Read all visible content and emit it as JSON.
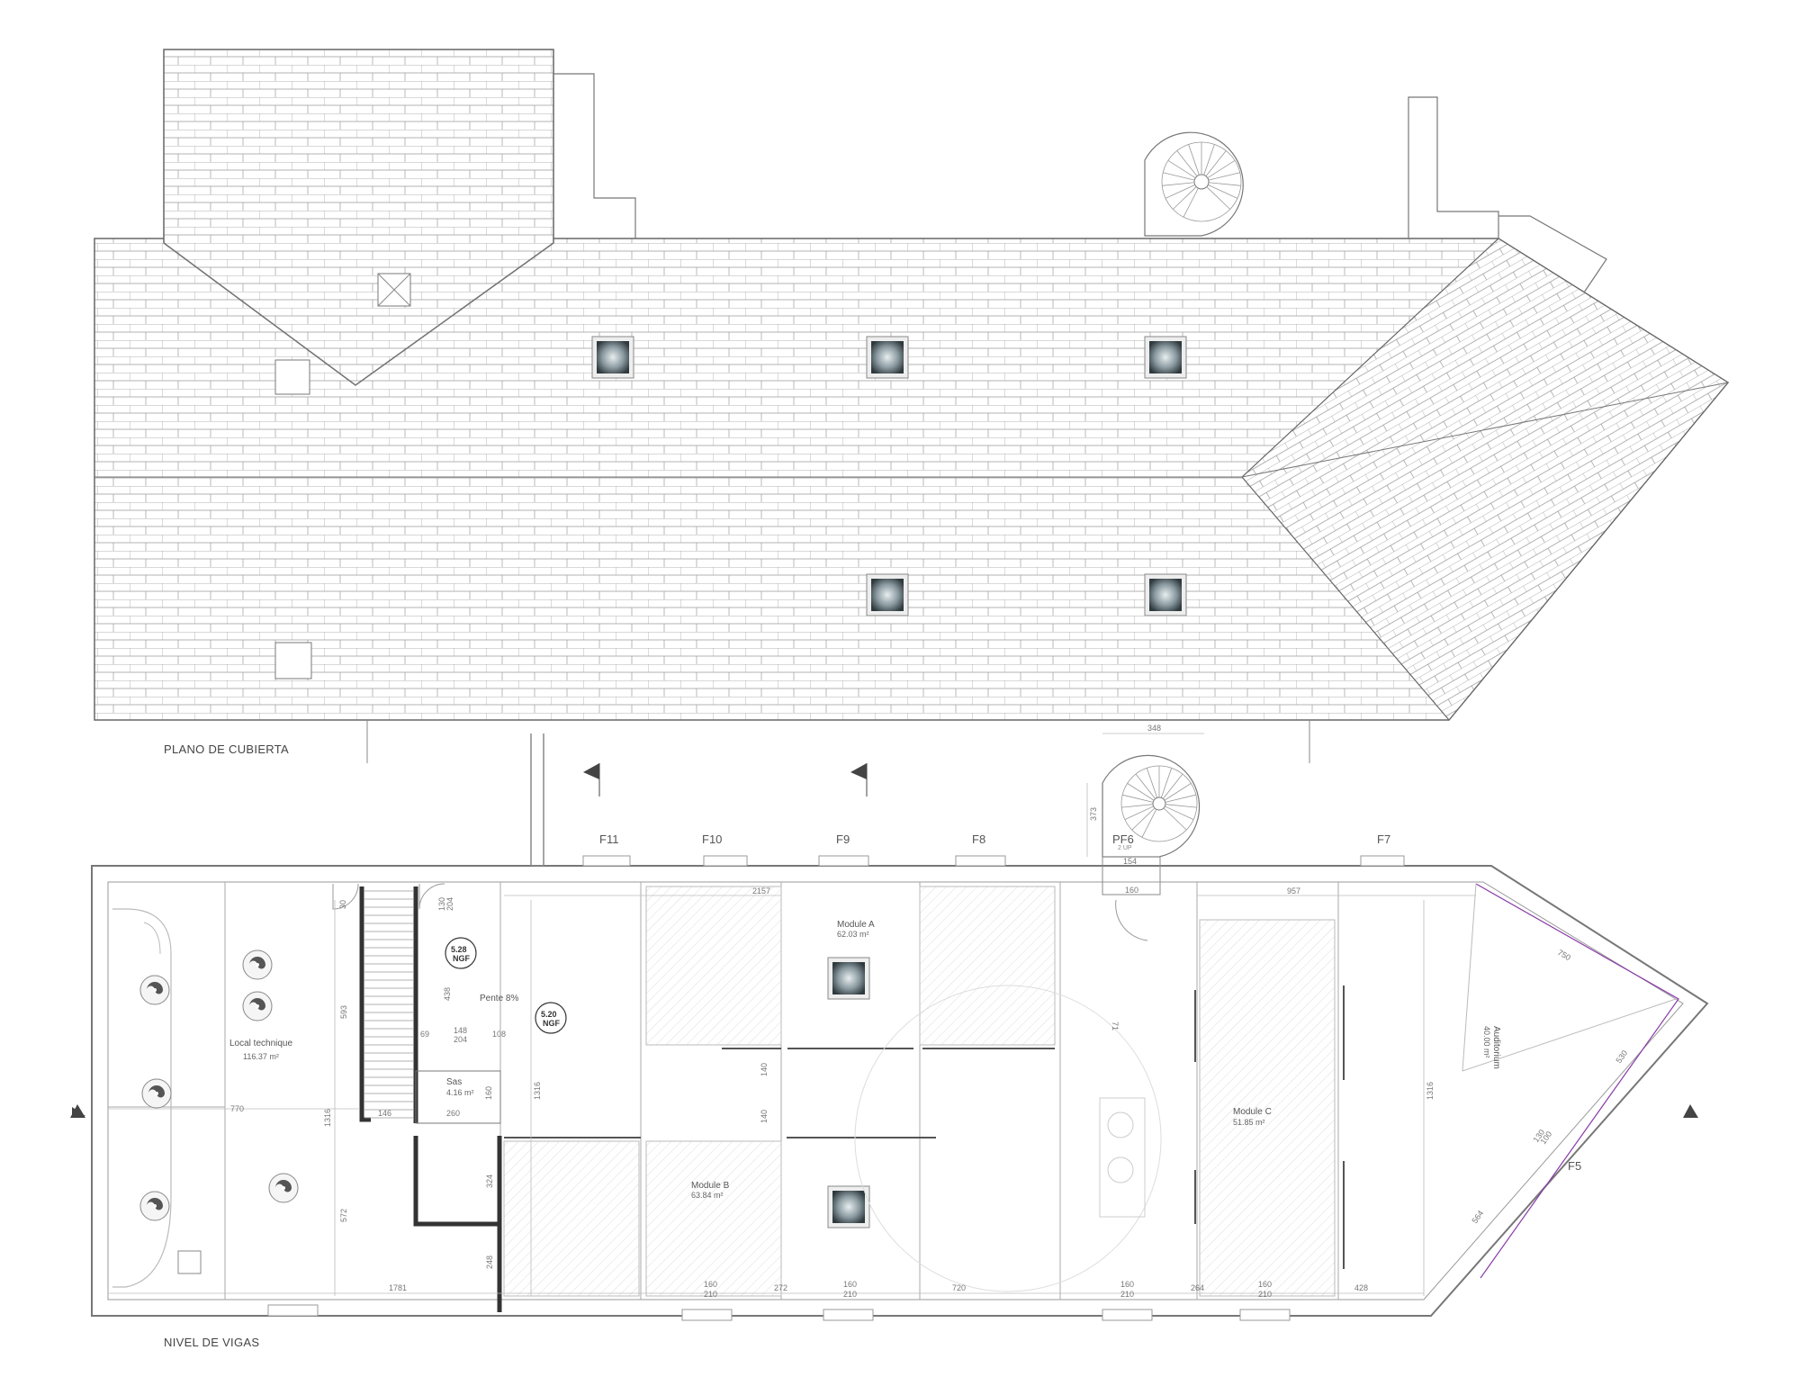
{
  "titles": {
    "roof_plan": "PLANO DE CUBIERTA",
    "beam_level": "NIVEL DE VIGAS"
  },
  "grid_labels": [
    "F11",
    "F10",
    "F9",
    "F8",
    "PF6",
    "F7",
    "F5"
  ],
  "stair_note": "2 UP",
  "slope_label": "Pente 8%",
  "levels": {
    "upper": {
      "value": "5.28",
      "ref": "NGF"
    },
    "lower": {
      "value": "5.20",
      "ref": "NGF"
    }
  },
  "rooms": {
    "local_technique": {
      "name": "Local technique",
      "area": "116.37 m²"
    },
    "sas": {
      "name": "Sas",
      "area": "4.16 m²"
    },
    "module_a": {
      "name": "Module A",
      "area": "62.03 m²"
    },
    "module_b": {
      "name": "Module B",
      "area": "63.84 m²"
    },
    "module_c": {
      "name": "Module C",
      "area": "51.85 m²"
    },
    "auditorium": {
      "name": "Auditorium",
      "area": "40.00 m²"
    }
  },
  "dimensions": {
    "stair_width": "348",
    "stair_depth": "373",
    "pf6_width": "154",
    "pf6_inner": "160",
    "top_span_a": "2157",
    "top_span_c": "957",
    "left_depth": "593",
    "left_lower": "572",
    "left_total": "1316",
    "right_total": "1316",
    "mid_total": "1316",
    "local_width": "770",
    "corr_146": "146",
    "sas_260": "260",
    "sas_160": "160",
    "stair_438": "438",
    "d148": "148",
    "d204a": "204",
    "d204b": "204",
    "d69": "69",
    "d108": "108",
    "d130": "130",
    "d324": "324",
    "d248": "248",
    "d140a": "140",
    "d140b": "140",
    "d71": "71",
    "d30": "30",
    "bottom_1781": "1781",
    "bottom_272": "272",
    "bottom_720": "720",
    "bottom_264": "264",
    "bottom_428": "428",
    "win_160a": "160",
    "win_210a": "210",
    "win_160b": "160",
    "win_210b": "210",
    "win_160c": "160",
    "win_210c": "210",
    "win_160d": "160",
    "win_210d": "210",
    "aud_750": "750",
    "aud_530": "530",
    "aud_564": "564",
    "aud_130": "130",
    "aud_100": "100"
  },
  "colors": {
    "line": "#666666",
    "light_line": "#aaaaaa",
    "wall_dark": "#333333",
    "skylight": "#4a5558",
    "purple_line": "#8a3aa8"
  }
}
